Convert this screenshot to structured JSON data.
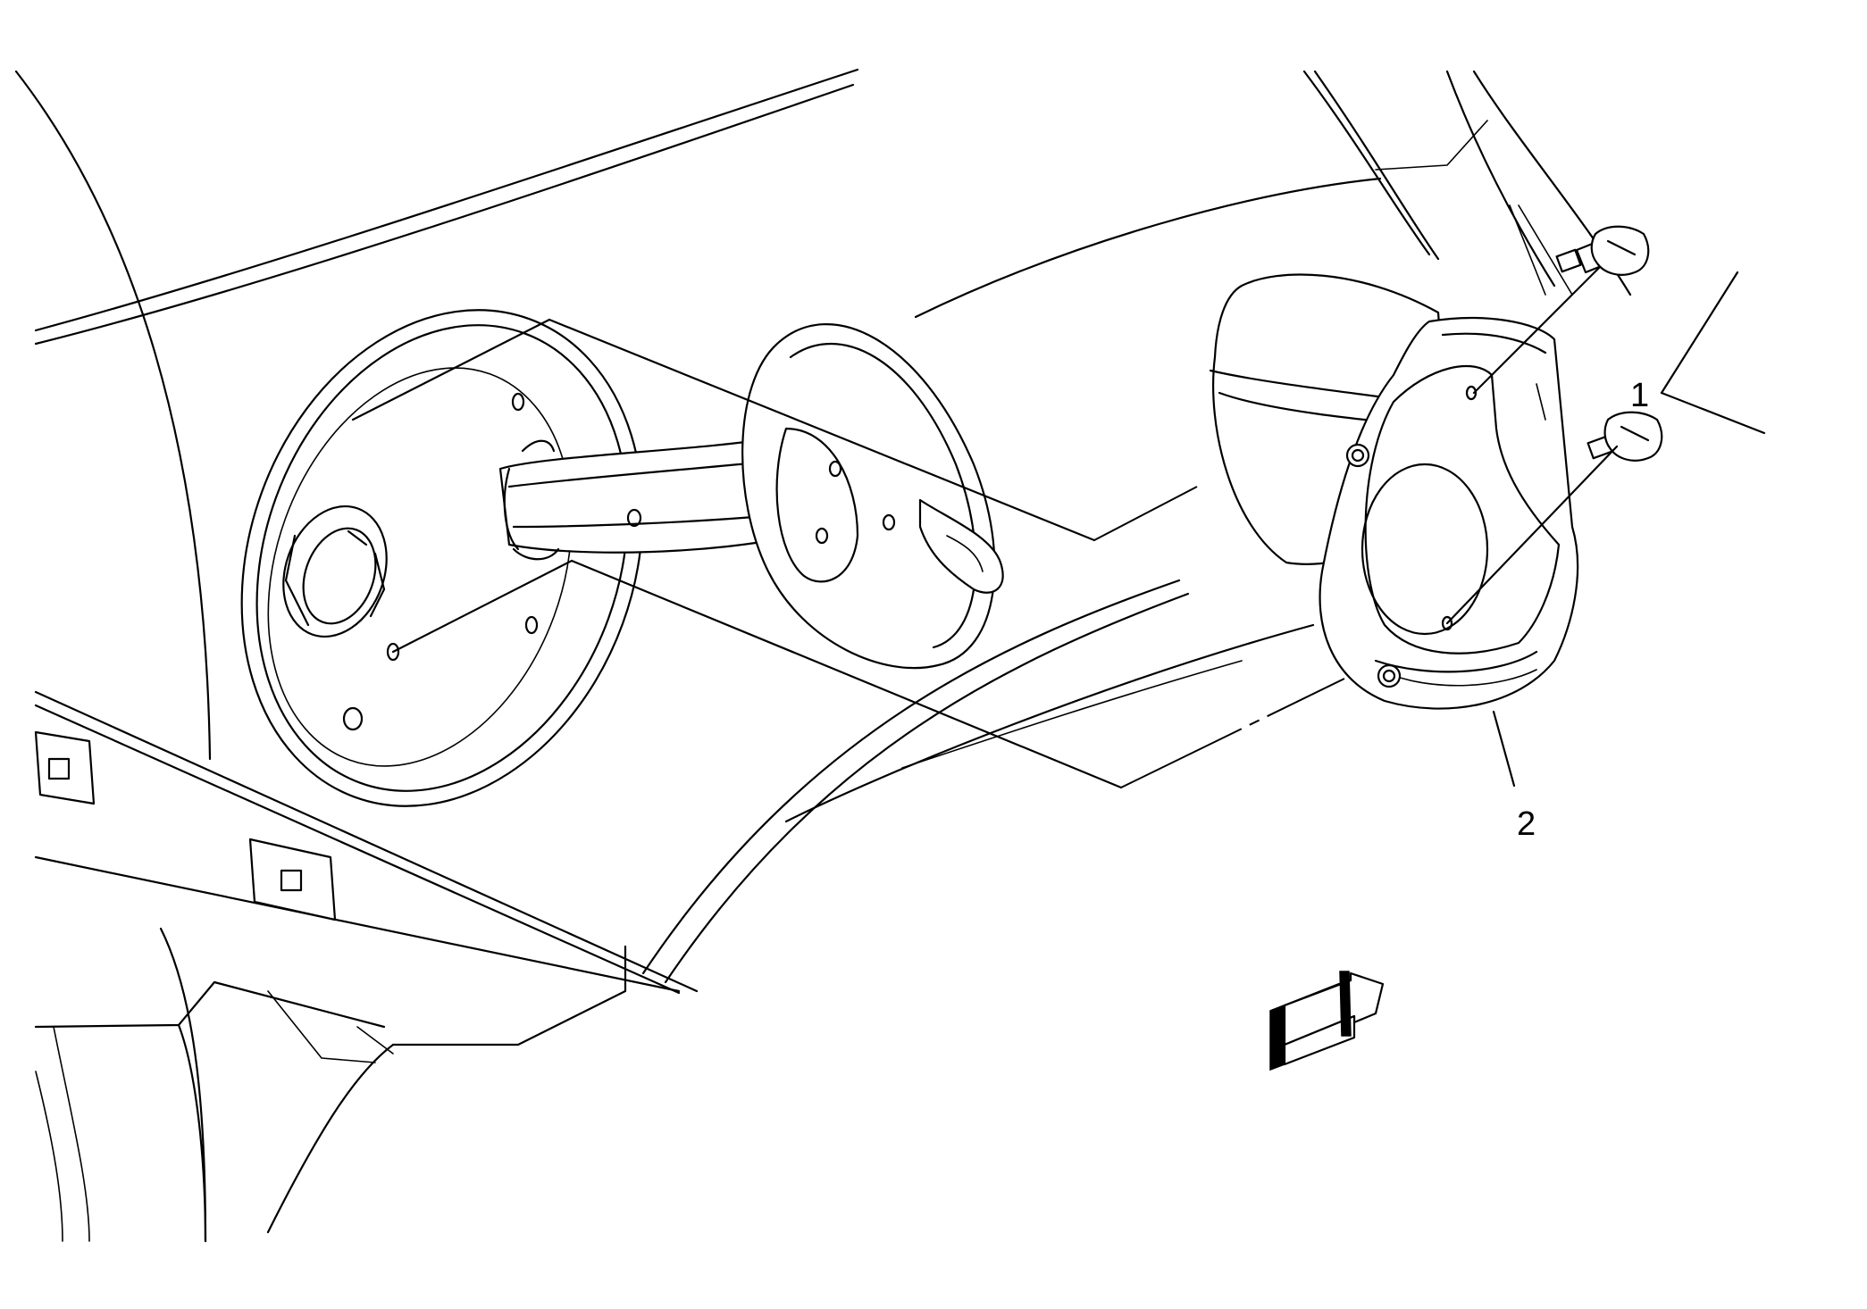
{
  "diagram": {
    "callouts": [
      {
        "id": "1",
        "label": "1"
      },
      {
        "id": "2",
        "label": "2"
      }
    ],
    "icons": {
      "direction_arrow": "forward-direction-arrow-icon"
    },
    "colors": {
      "line": "#000000",
      "background": "#ffffff"
    }
  }
}
